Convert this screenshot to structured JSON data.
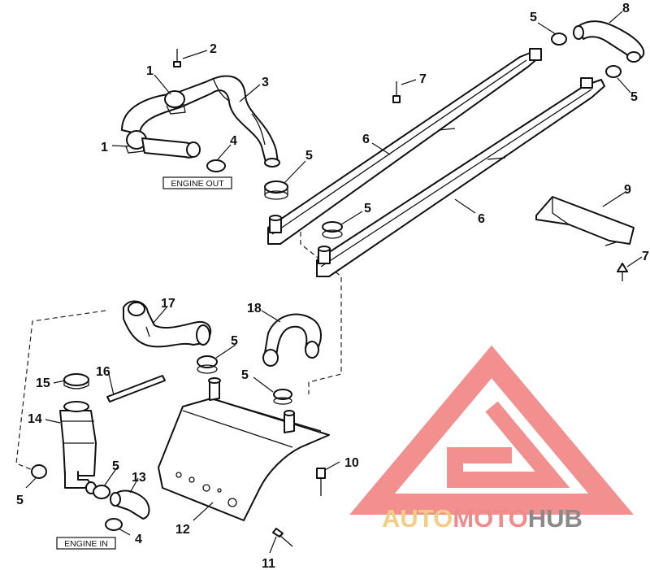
{
  "labels": {
    "engine_out": "ENGINE OUT",
    "engine_in": "ENGINE IN"
  },
  "callouts": [
    "1",
    "1",
    "2",
    "3",
    "4",
    "5",
    "5",
    "5",
    "5",
    "5",
    "5",
    "5",
    "5",
    "6",
    "6",
    "7",
    "7",
    "8",
    "9",
    "10",
    "11",
    "12",
    "13",
    "4",
    "14",
    "15",
    "16",
    "17",
    "18"
  ],
  "watermark": {
    "part_auto": "AUTO",
    "part_moto": "MOTO",
    "part_hub": "HUB",
    "color_auto": "#f3cd86",
    "color_moto": "#f08b8b",
    "color_hub": "#8a8a8a"
  }
}
